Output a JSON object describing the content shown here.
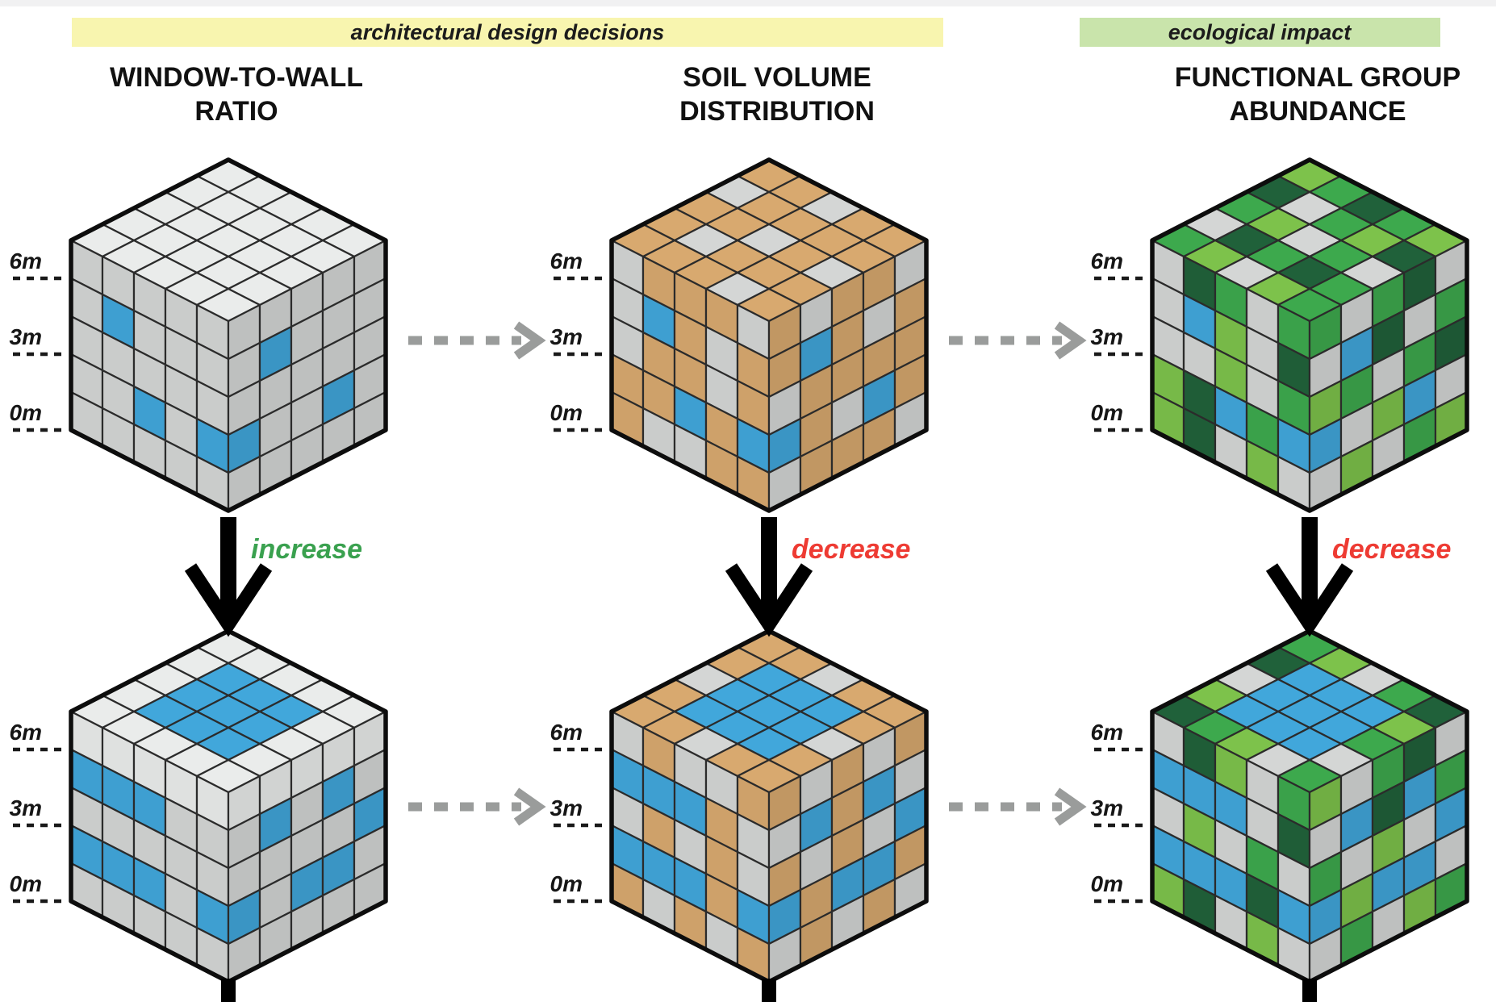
{
  "header": {
    "left_banner": {
      "label": "architectural design decisions",
      "bg": "#F8F5AF"
    },
    "right_banner": {
      "label": "ecological impact",
      "bg": "#C9E4AB"
    }
  },
  "columns": [
    {
      "id": "window-to-wall-ratio",
      "title_line1": "WINDOW-TO-WALL",
      "title_line2": "RATIO",
      "change_label": "increase",
      "change_color": "#3AA14F"
    },
    {
      "id": "soil-volume-distribution",
      "title_line1": "SOIL VOLUME",
      "title_line2": "DISTRIBUTION",
      "change_label": "decrease",
      "change_color": "#EE3B33"
    },
    {
      "id": "functional-group-abundance",
      "title_line1": "FUNCTIONAL GROUP",
      "title_line2": "ABUNDANCE",
      "change_label": "decrease",
      "change_color": "#EE3B33"
    }
  ],
  "axis_labels": [
    "6m",
    "3m",
    "0m"
  ],
  "palette": {
    "W": "#EAECEB",
    "G": "#D4D6D5",
    "T": "#D8A96F",
    "B": "#41A7DB",
    "M": "#3DA94D",
    "Y": "#7DC24B",
    "D": "#20613A"
  },
  "palette_legend": {
    "W": "light-gray voxel",
    "G": "gray voxel",
    "T": "tan soil voxel",
    "B": "blue window voxel",
    "M": "mid-green vegetation voxel",
    "Y": "light-green vegetation voxel",
    "D": "dark-green vegetation voxel"
  },
  "cubes": [
    {
      "name": "wwr-before",
      "column": "window-to-wall-ratio",
      "state": "before",
      "top": [
        "WWWWW",
        "WWWWW",
        "WWWWW",
        "WWWWW",
        "WWWWW"
      ],
      "left": [
        "GGGGG",
        "GBGGG",
        "GGGGG",
        "GGBGB",
        "GGGGG"
      ],
      "right": [
        "GGGGG",
        "GBGGG",
        "GGGGG",
        "BGGBG",
        "GGGGG"
      ]
    },
    {
      "name": "soil-before",
      "column": "soil-volume-distribution",
      "state": "before",
      "top": [
        "TTGTT",
        "GTTTT",
        "TTGTG",
        "TGTTT",
        "TTTGT"
      ],
      "left": [
        "GTTTG",
        "GBTGT",
        "GTTGT",
        "TTBTB",
        "TGGTT"
      ],
      "right": [
        "TGTTG",
        "TBTGT",
        "GTTTT",
        "BTGBT",
        "GTTTG"
      ]
    },
    {
      "name": "fga-before",
      "column": "functional-group-abundance",
      "state": "before",
      "top": [
        "YMDMY",
        "DGMYD",
        "MYGMG",
        "GDMDM",
        "MYGYM"
      ],
      "left": [
        "GDMGM",
        "GBYGD",
        "GGYGM",
        "YDBMB",
        "YDGYG"
      ],
      "right": [
        "MGMDG",
        "GBDGM",
        "YMGMD",
        "BGYBG",
        "GYGMY"
      ]
    },
    {
      "name": "wwr-after",
      "column": "window-to-wall-ratio",
      "state": "after",
      "top": [
        "WWWWW",
        "WBBBW",
        "WBBBW",
        "WBBBW",
        "WWWWW"
      ],
      "left": [
        "WWWWW",
        "BBBGG",
        "GGGGG",
        "BBBGB",
        "GGGGG"
      ],
      "right": [
        "WWWWW",
        "GBGBG",
        "GGGGB",
        "BGBBG",
        "GGGGG"
      ]
    },
    {
      "name": "soil-after",
      "column": "soil-volume-distribution",
      "state": "after",
      "top": [
        "TTGTT",
        "TBBBT",
        "GBBBG",
        "TBBBT",
        "TTGTT"
      ],
      "left": [
        "GTGGT",
        "BBBTG",
        "GTGTG",
        "BBBTB",
        "TGTGT"
      ],
      "right": [
        "TGTGT",
        "GBTBG",
        "TGTGB",
        "BTBBT",
        "GTGTG"
      ]
    },
    {
      "name": "fga-after",
      "column": "functional-group-abundance",
      "state": "after",
      "top": [
        "MYGMD",
        "DBBBY",
        "GBBBM",
        "YBBBG",
        "DMYGM"
      ],
      "left": [
        "GDYGM",
        "BBBGD",
        "GYGMG",
        "BBBDB",
        "YDGYG"
      ],
      "right": [
        "YGMDG",
        "GBDBM",
        "MGYGB",
        "BYBBG",
        "GMGYM"
      ]
    }
  ]
}
